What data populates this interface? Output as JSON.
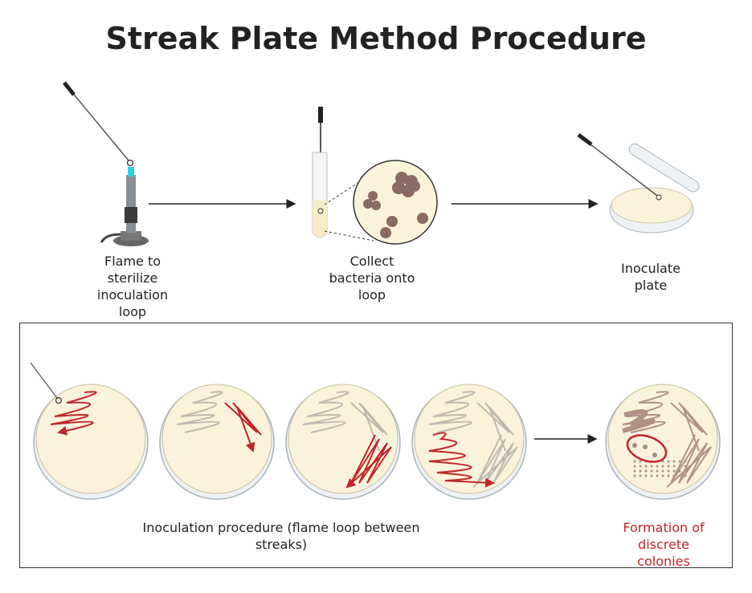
{
  "title": "Streak Plate Method Procedure",
  "steps": [
    {
      "lines": [
        "Flame to",
        "sterilize",
        "inoculation",
        "loop"
      ]
    },
    {
      "lines": [
        "Collect",
        "bacteria onto",
        "loop"
      ]
    },
    {
      "lines": [
        "Inoculate",
        "plate"
      ]
    }
  ],
  "procedure_caption": {
    "lines": [
      "Inoculation procedure (flame loop between",
      "streaks)"
    ]
  },
  "result_caption": {
    "lines": [
      "Formation of",
      "discrete",
      "colonies"
    ]
  },
  "colors": {
    "text": "#222222",
    "accent_red": "#c0262a",
    "agar": "#fbf2dc",
    "dish_rim": "#a8b4bd",
    "colony": "#8a6a64"
  }
}
